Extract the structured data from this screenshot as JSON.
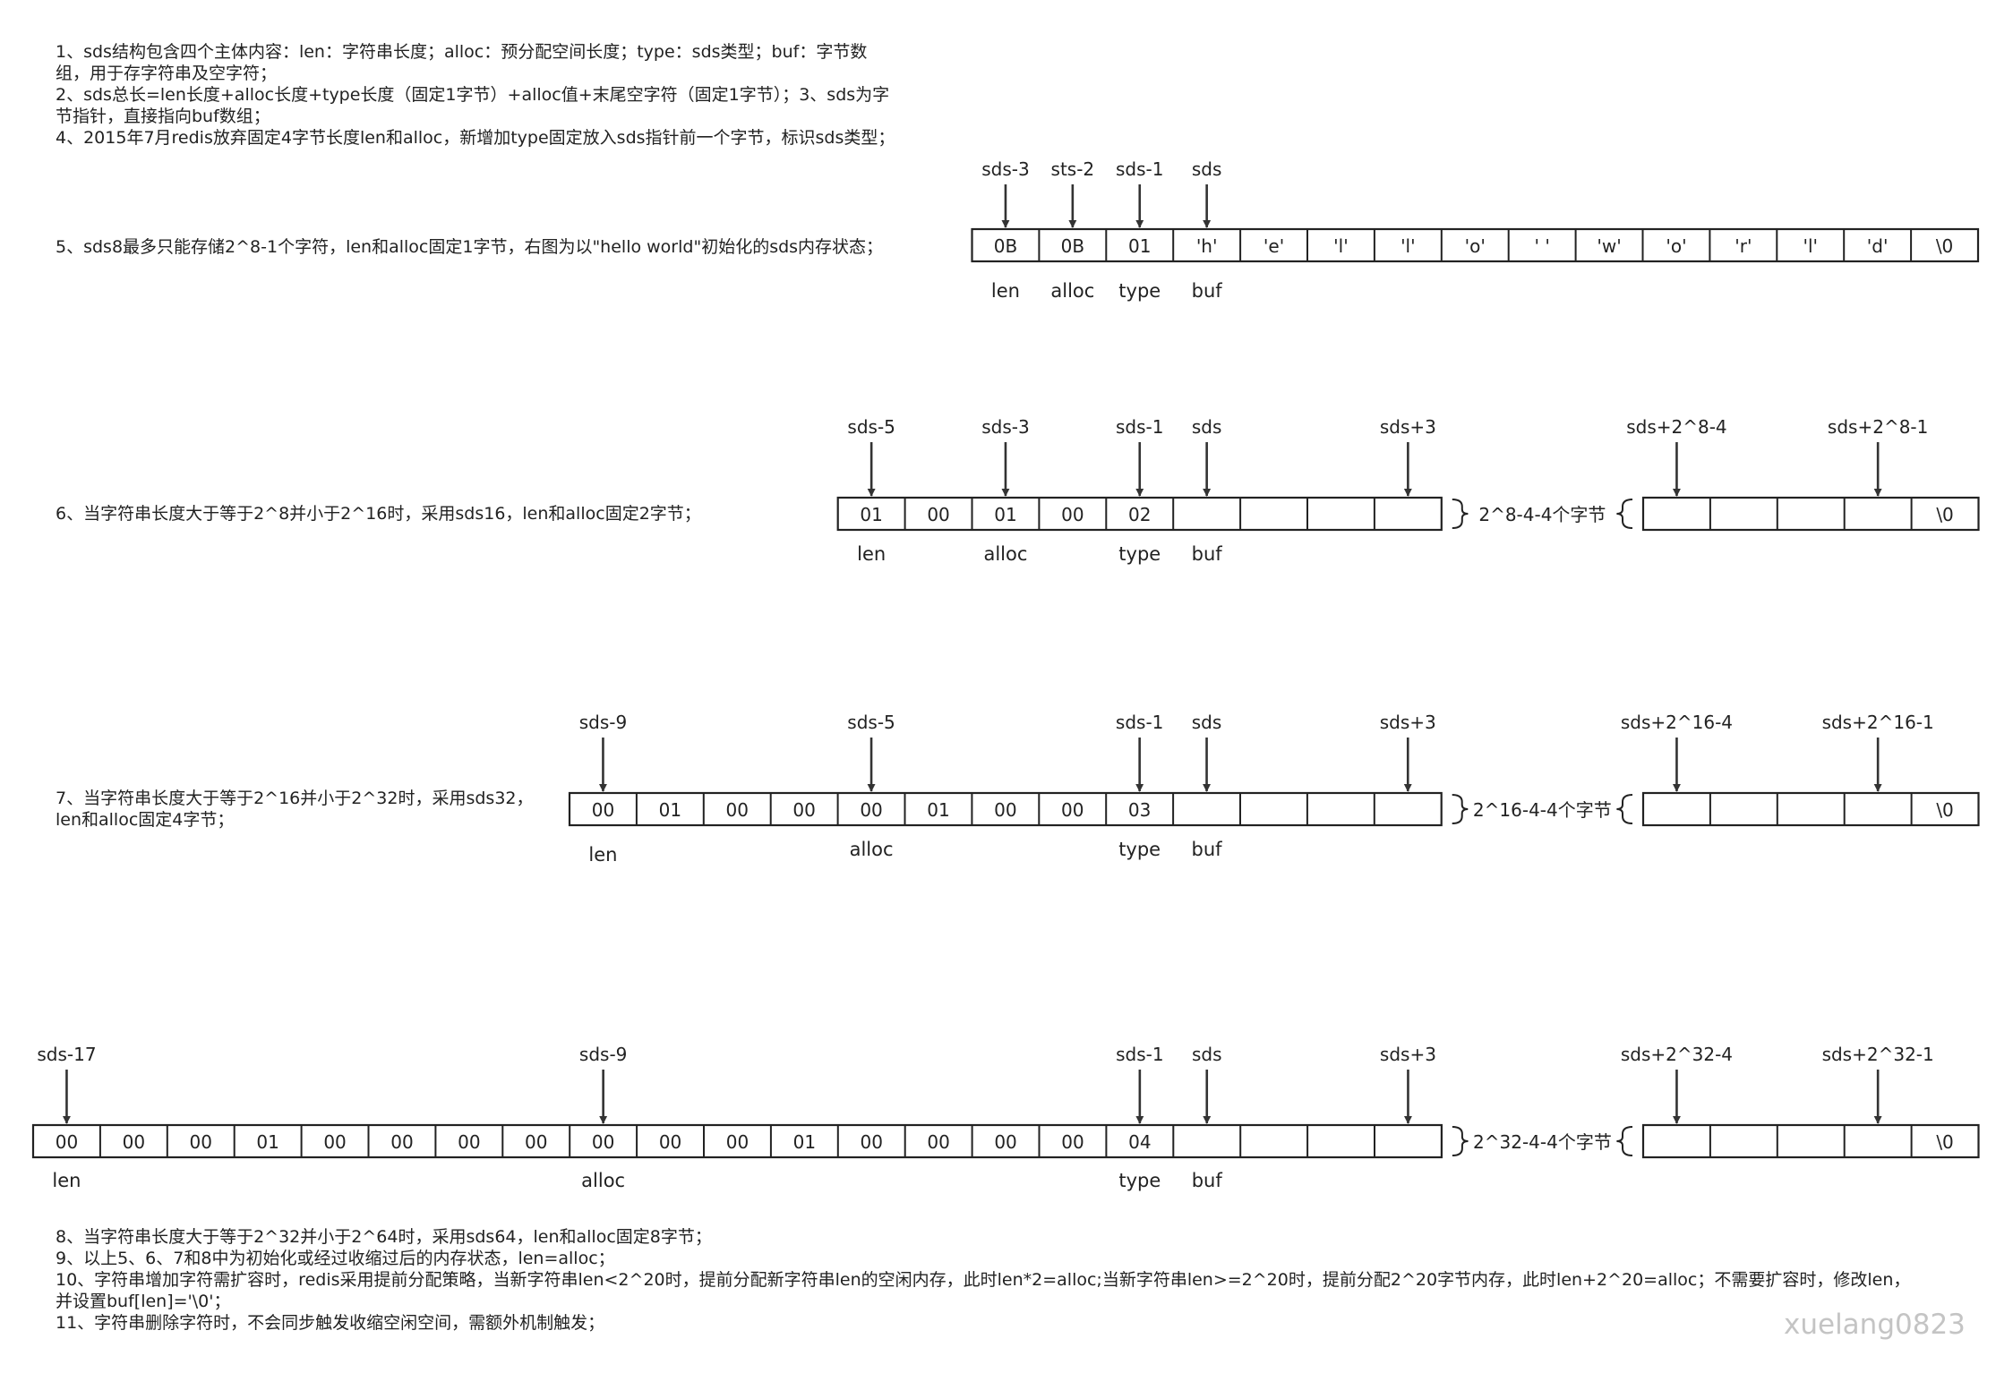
{
  "notes": {
    "n1": "1、sds结构包含四个主体内容：len：字符串长度；alloc：预分配空间长度；type：sds类型；buf：字节数\n组，用于存字符串及空字符；",
    "n2": "2、sds总长=len长度+alloc长度+type长度（固定1字节）+alloc值+末尾空字符（固定1字节）；3、sds为字\n节指针，直接指向buf数组；",
    "n4": "4、2015年7月redis放弃固定4字节长度len和alloc，新增加type固定放入sds指针前一个字节，标识sds类型；",
    "n5": "5、sds8最多只能存储2^8-1个字符，len和alloc固定1字节，右图为以\"hello world\"初始化的sds内存状态；",
    "n6": "6、当字符串长度大于等于2^8并小于2^16时，采用sds16，len和alloc固定2字节；",
    "n7": "7、当字符串长度大于等于2^16并小于2^32时，采用sds32，\nlen和alloc固定4字节；",
    "n8": "8、当字符串长度大于等于2^32并小于2^64时，采用sds64，len和alloc固定8字节；",
    "n9": "9、以上5、6、7和8中为初始化或经过收缩过后的内存状态，len=alloc；",
    "n10": "10、字符串增加字符需扩容时，redis采用提前分配策略，当新字符串len<2^20时，提前分配新字符串len的空闲内存，此时len*2=alloc;当新字符串len>=2^20时，提前分配2^20字节内存，此时len+2^20=alloc；不需要扩容时，修改len，\n并设置buf[len]='\\0'；",
    "n11": "11、字符串删除字符时，不会同步触发收缩空闲空间，需额外机制触发；"
  },
  "watermark": "xuelang0823",
  "diagrams": {
    "sds8": {
      "cells": [
        "0B",
        "0B",
        "01",
        "'h'",
        "'e'",
        "'l'",
        "'l'",
        "'o'",
        "' '",
        "'w'",
        "'o'",
        "'r'",
        "'l'",
        "'d'",
        "\\0"
      ],
      "pointers": [
        "sds-3",
        "sts-2",
        "sds-1",
        "sds"
      ],
      "fields": [
        "len",
        "alloc",
        "type",
        "buf"
      ]
    },
    "sds16": {
      "cells": [
        "01",
        "00",
        "01",
        "00",
        "02",
        "",
        "",
        "",
        ""
      ],
      "gap": "2^8-4-4个字节",
      "tail": [
        "",
        "",
        "",
        "",
        "\\0"
      ],
      "pointers": [
        "sds-5",
        "sds-3",
        "sds-1",
        "sds",
        "sds+3",
        "sds+2^8-4",
        "sds+2^8-1"
      ],
      "fields": [
        "len",
        "alloc",
        "type",
        "buf"
      ]
    },
    "sds32": {
      "cells": [
        "00",
        "01",
        "00",
        "00",
        "00",
        "01",
        "00",
        "00",
        "03",
        "",
        "",
        "",
        ""
      ],
      "gap": "2^16-4-4个字节",
      "tail": [
        "",
        "",
        "",
        "",
        "\\0"
      ],
      "pointers": [
        "sds-9",
        "sds-5",
        "sds-1",
        "sds",
        "sds+3",
        "sds+2^16-4",
        "sds+2^16-1"
      ],
      "fields": [
        "len",
        "alloc",
        "type",
        "buf"
      ]
    },
    "sds64": {
      "cells": [
        "00",
        "00",
        "00",
        "01",
        "00",
        "00",
        "00",
        "00",
        "00",
        "00",
        "00",
        "01",
        "00",
        "00",
        "00",
        "00",
        "04",
        "",
        "",
        "",
        ""
      ],
      "gap": "2^32-4-4个字节",
      "tail": [
        "",
        "",
        "",
        "",
        "\\0"
      ],
      "pointers": [
        "sds-17",
        "sds-9",
        "sds-1",
        "sds",
        "sds+3",
        "sds+2^32-4",
        "sds+2^32-1"
      ],
      "fields": [
        "len",
        "alloc",
        "type",
        "buf"
      ]
    }
  }
}
